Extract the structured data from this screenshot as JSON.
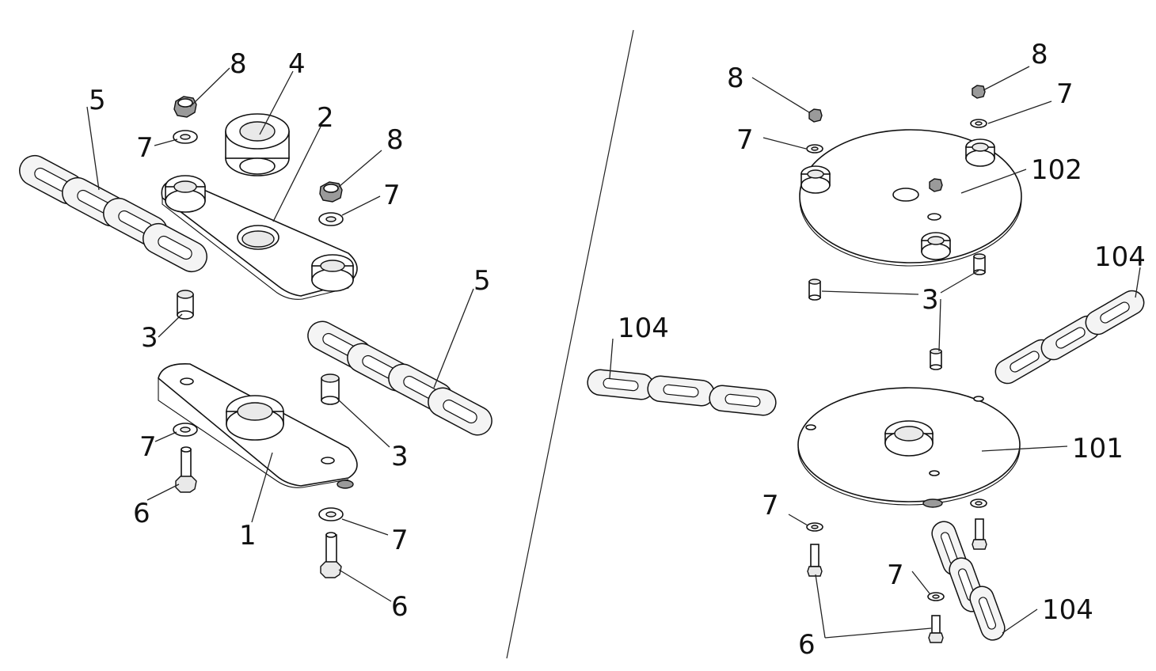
{
  "left_assembly": {
    "labels": {
      "plate_bottom": "1",
      "plate_top": "2",
      "spacer_top": "3",
      "spacer_mid": "3",
      "bearing_cap": "4",
      "chain_left": "5",
      "chain_right": "5",
      "bolt_left": "6",
      "bolt_right": "6",
      "washer_top": "7",
      "washer_right": "7",
      "washer_bottom_left": "7",
      "washer_bottom_right": "7",
      "nut_top": "8",
      "nut_right": "8"
    }
  },
  "right_assembly": {
    "labels": {
      "disc_bottom": "101",
      "disc_top": "102",
      "chain_left": "104",
      "chain_right": "104",
      "chain_bottom": "104",
      "spacers": "3",
      "bolts": "6",
      "washer_top_left": "7",
      "washer_top_right": "7",
      "washer_bottom_left": "7",
      "washer_bottom_mid": "7",
      "nut_left": "8",
      "nut_right": "8"
    }
  }
}
